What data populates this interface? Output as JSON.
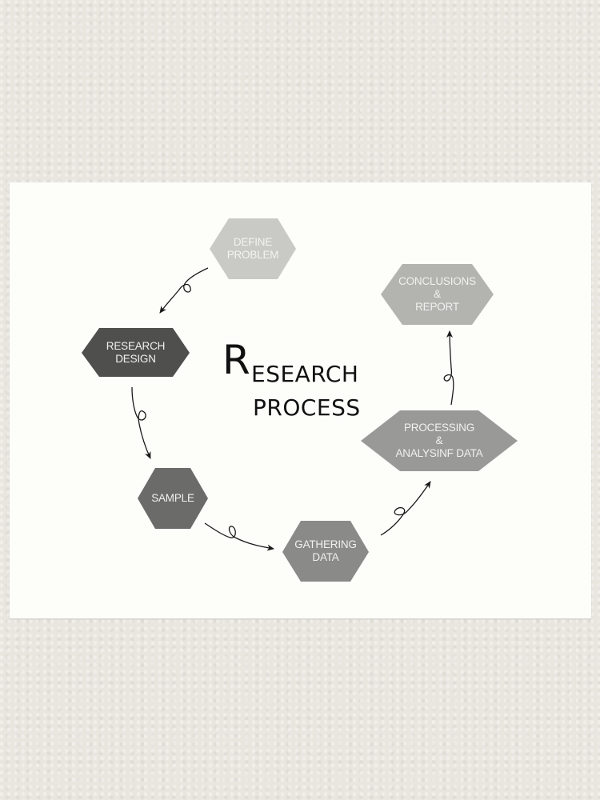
{
  "title": {
    "initial": "R",
    "line1_rest": "ESEARCH",
    "line2": "PROCESS"
  },
  "steps": [
    {
      "id": "define-problem",
      "lines": [
        "DEFINE",
        "PROBLEM"
      ],
      "color": "#c9c9c6"
    },
    {
      "id": "research-design",
      "lines": [
        "RESEARCH",
        "DESIGN"
      ],
      "color": "#4f4f4d"
    },
    {
      "id": "sample",
      "lines": [
        "SAMPLE"
      ],
      "color": "#6b6b69"
    },
    {
      "id": "gathering-data",
      "lines": [
        "GATHERING",
        "DATA"
      ],
      "color": "#8a8a88"
    },
    {
      "id": "processing-analysing",
      "lines": [
        "PROCESSING",
        "&",
        "ANALYSINF DATA"
      ],
      "color": "#999997"
    },
    {
      "id": "conclusions-report",
      "lines": [
        "CONCLUSIONS",
        "&",
        "REPORT"
      ],
      "color": "#b3b3b0"
    }
  ],
  "flow": [
    "DEFINE PROBLEM",
    "RESEARCH DESIGN",
    "SAMPLE",
    "GATHERING DATA",
    "PROCESSING & ANALYSINF DATA",
    "CONCLUSIONS & REPORT"
  ],
  "colors": {
    "canvas": "#fdfdf9",
    "wall": "#e9e6e0",
    "arrow": "#1a1a1a",
    "title": "#111111"
  }
}
